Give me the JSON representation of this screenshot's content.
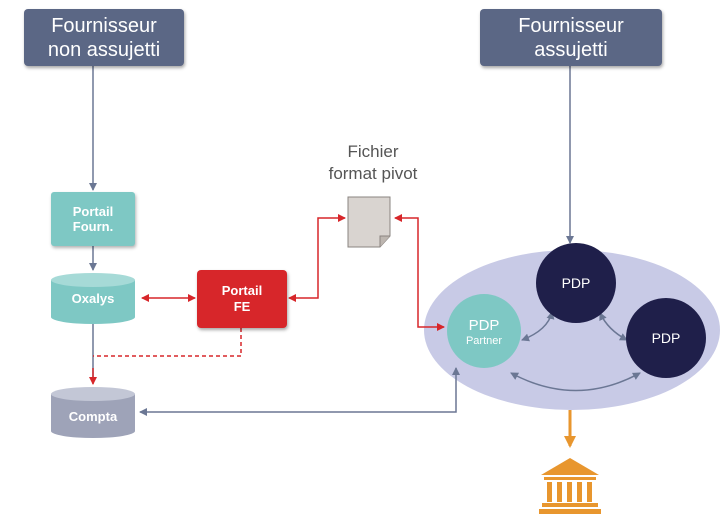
{
  "nodes": {
    "fournisseur_non_assujetti": "Fournisseur\nnon assujetti",
    "fournisseur_assujetti": "Fournisseur\nassujetti",
    "portail_fourn": "Portail\nFourn.",
    "oxalys": "Oxalys",
    "portail_fe": "Portail\nFE",
    "compta": "Compta",
    "fichier_format_pivot": "Fichier\nformat pivot",
    "pdp_partner_title": "PDP",
    "pdp_partner_sub": "Partner",
    "pdp_top": "PDP",
    "pdp_right": "PDP"
  },
  "colors": {
    "header": "#5b6785",
    "teal": "#7ec8c4",
    "red": "#d7262a",
    "navy": "#1f1f4a",
    "ellipse": "#c8cae6",
    "gray_cylinder": "#9ea3b8",
    "orange": "#e8962e",
    "arrow_gray": "#6b7794"
  },
  "icons": [
    "bank-icon",
    "document-icon"
  ]
}
